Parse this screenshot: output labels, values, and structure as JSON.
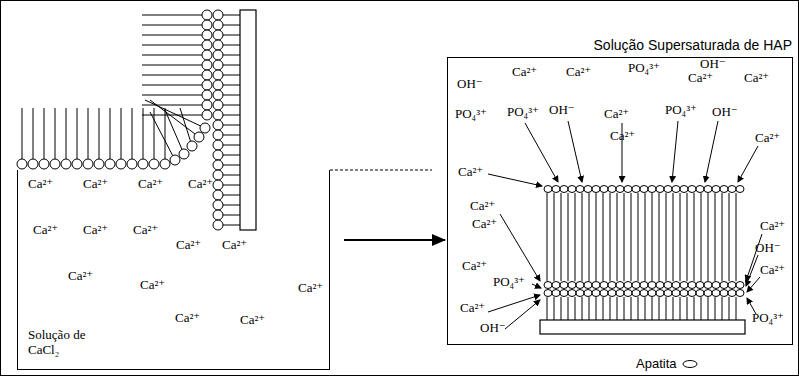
{
  "diagram": {
    "nodes": [
      {
        "text": [
          "Solução de CaCl₂"
        ]
      },
      {
        "text": [
          "Solução Supersaturada de HAP"
        ]
      }
    ],
    "edges": [
      {
        "from": 0,
        "to": 1,
        "arrow": "to"
      }
    ],
    "labels": [
      "Ca²⁺",
      "Ca²⁺",
      "Ca²⁺",
      "Ca²⁺",
      "Ca²⁺",
      "Ca²⁺",
      "Ca²⁺",
      "Ca²⁺",
      "Ca²⁺",
      "Ca²⁺",
      "Ca²⁺",
      "Ca²⁺",
      "Ca²⁺",
      "Ca²⁺",
      "OH⁻",
      "Ca²⁺",
      "Ca²⁺",
      "PO₄³⁺",
      "OH⁻",
      "Ca²⁺",
      "Ca²⁺",
      "PO₄³⁺",
      "PO₄³⁺",
      "OH⁻",
      "Ca²⁺",
      "PO₄³⁺",
      "OH⁻",
      "Ca²⁺",
      "Ca²⁺",
      "Ca²⁺",
      "Ca²⁺",
      "Ca²⁺",
      "Ca²⁺",
      "PO₄³⁺",
      "Ca²⁺",
      "OH⁻",
      "Ca²⁺",
      "OH⁻",
      "Ca²⁺",
      "PO₄³⁺",
      "Apatita"
    ]
  }
}
